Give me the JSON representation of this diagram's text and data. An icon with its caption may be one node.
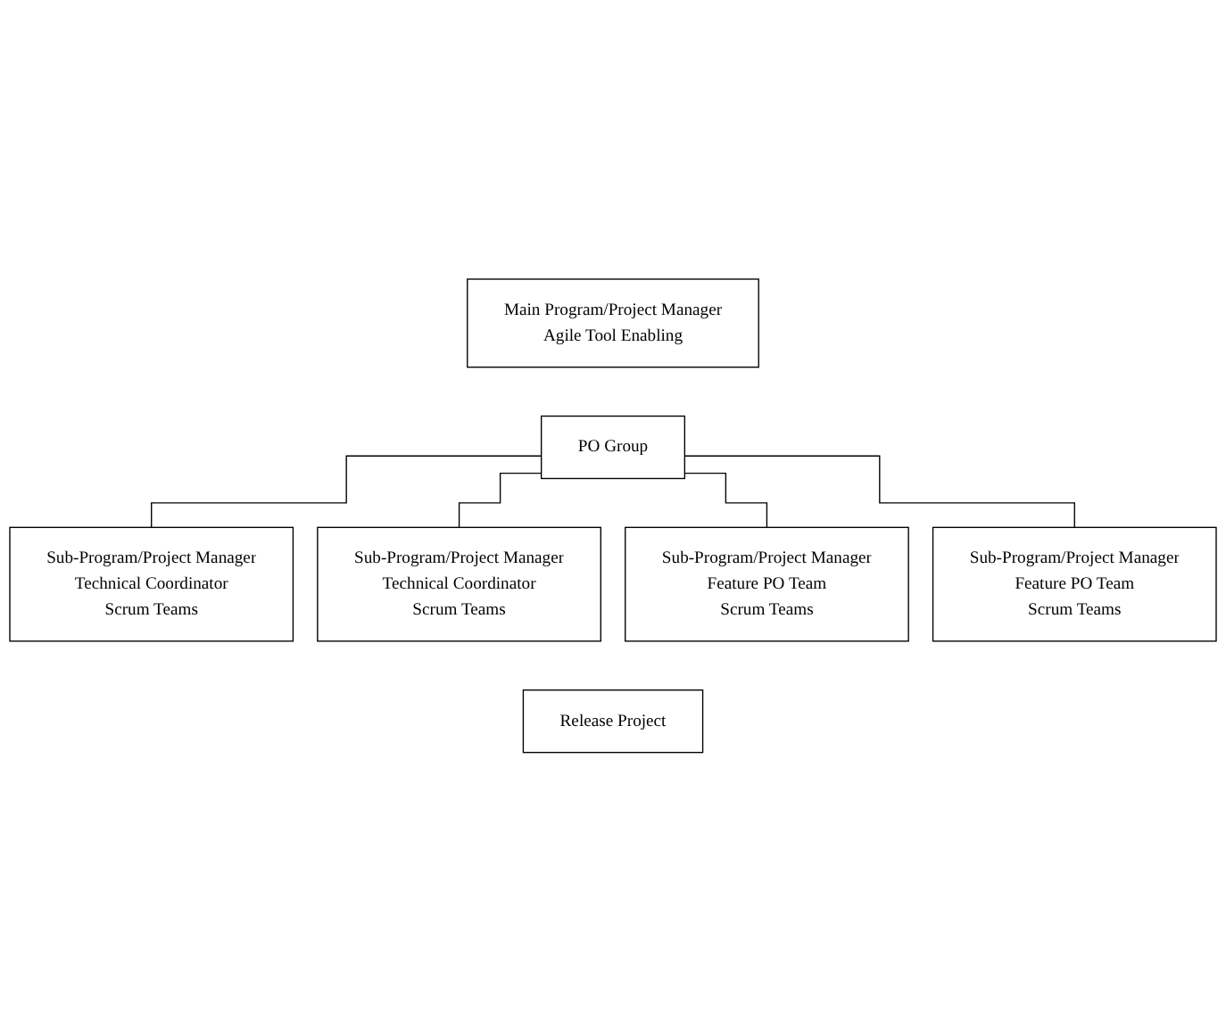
{
  "diagram": {
    "nodes": [
      {
        "text": [
          "Main Program/Project Manager",
          "Agile Tool Enabling"
        ]
      },
      {
        "text": [
          "PO Group"
        ]
      },
      {
        "text": [
          "Sub-Program/Project Manager",
          "Technical Coordinator",
          "Scrum Teams"
        ]
      },
      {
        "text": [
          "Sub-Program/Project Manager",
          "Technical Coordinator",
          "Scrum Teams"
        ]
      },
      {
        "text": [
          "Sub-Program/Project Manager",
          "Feature PO Team",
          "Scrum Teams"
        ]
      },
      {
        "text": [
          "Sub-Program/Project Manager",
          "Feature PO Team",
          "Scrum Teams"
        ]
      },
      {
        "text": [
          "Release Project"
        ]
      }
    ],
    "edges": [
      {
        "from": 1,
        "to": 2,
        "arrow": "none"
      },
      {
        "from": 1,
        "to": 3,
        "arrow": "none"
      },
      {
        "from": 1,
        "to": 4,
        "arrow": "none"
      },
      {
        "from": 1,
        "to": 5,
        "arrow": "none"
      }
    ]
  }
}
